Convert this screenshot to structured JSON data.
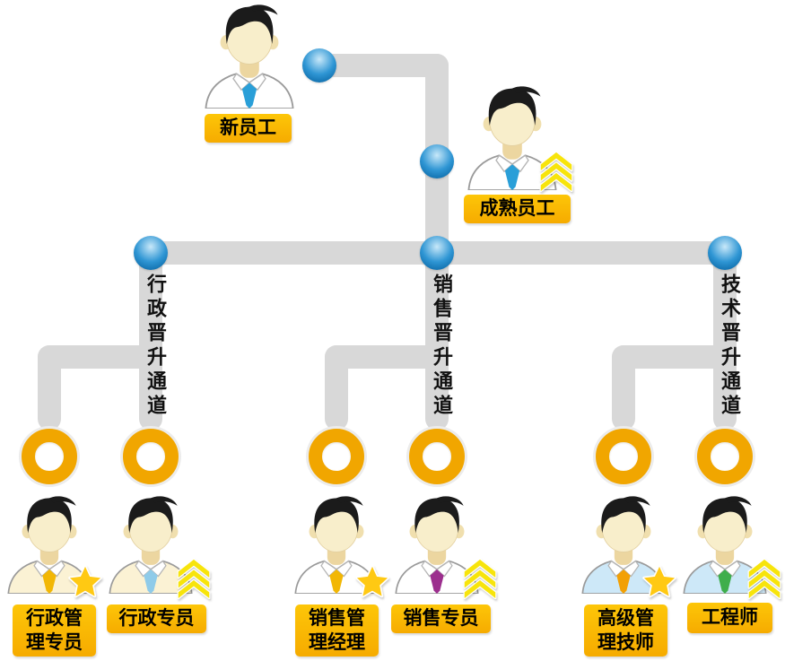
{
  "entry_path": [
    {
      "label": "新员工",
      "badge": "none"
    },
    {
      "label": "成熟员工",
      "badge": "chevrons"
    }
  ],
  "channels": [
    {
      "label": "行政晋升通道",
      "positions": [
        {
          "label": "行政管理专员",
          "badge": "star"
        },
        {
          "label": "行政专员",
          "badge": "chevrons"
        }
      ]
    },
    {
      "label": "销售晋升通道",
      "positions": [
        {
          "label": "销售管理经理",
          "badge": "star"
        },
        {
          "label": "销售专员",
          "badge": "chevrons"
        }
      ]
    },
    {
      "label": "技术晋升通道",
      "positions": [
        {
          "label": "高级管理技师",
          "badge": "star"
        },
        {
          "label": "工程师",
          "badge": "chevrons"
        }
      ]
    }
  ],
  "icons": {
    "junction_dot": "glossy-blue-node-dot",
    "slot_ring": "gold-donut-ring",
    "star": "gold-star-badge",
    "chevrons": "yellow-double-up-chevron-badge",
    "avatar": "male-employee-cartoon"
  },
  "colors": {
    "connector": "#d8d8d8",
    "dot": "#2f96d4",
    "ring": "#f1a600",
    "tag_top": "#fdc608",
    "tag_bottom": "#f6ab00",
    "star": "#ffc913",
    "chevron": "#f7e40c",
    "ties": {
      "new": "#2a9fd8",
      "mature": "#2a9fd8",
      "admin_manager": "#f2b705",
      "admin_specialist": "#8fcbe9",
      "sales_manager": "#f2b705",
      "sales_specialist": "#9c2f8e",
      "senior_technician": "#f2a005",
      "engineer": "#3fae4c"
    },
    "shirts": {
      "default": "#ffffff",
      "admin": "#fbf2d4",
      "tech": "#cde8f8"
    }
  }
}
